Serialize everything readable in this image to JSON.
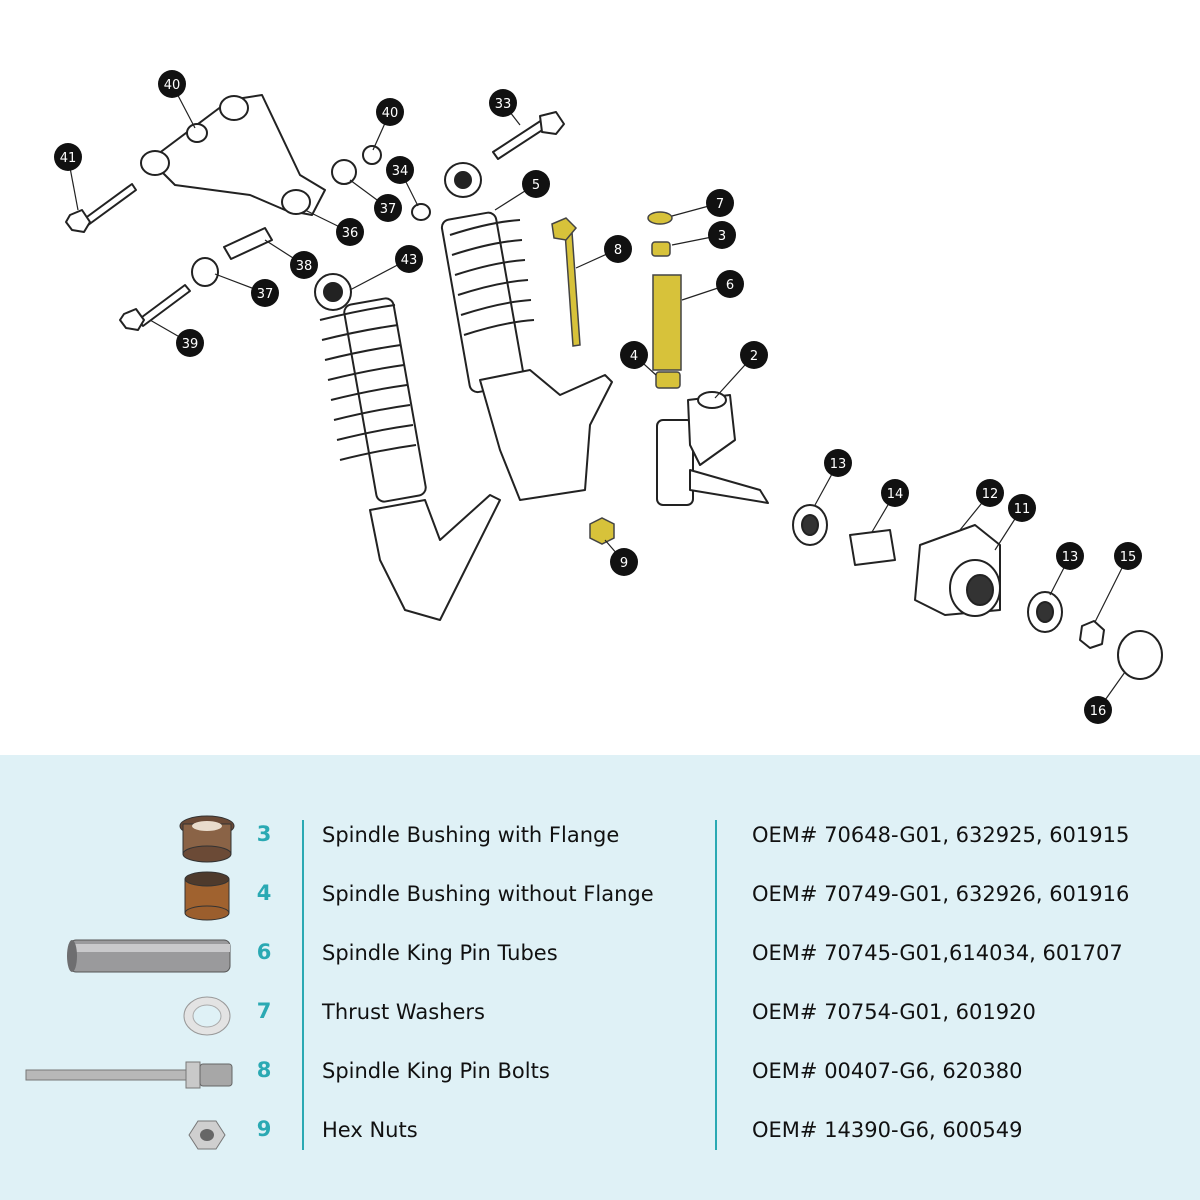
{
  "colors": {
    "accent": "#2aa9b3",
    "table_bg": "#dff1f6",
    "highlight_part": "#d7c23a",
    "callout": "#111111"
  },
  "diagram": {
    "callouts": [
      "40",
      "41",
      "33",
      "40",
      "34",
      "37",
      "36",
      "5",
      "43",
      "38",
      "37",
      "39",
      "8",
      "7",
      "3",
      "6",
      "4",
      "2",
      "13",
      "14",
      "12",
      "11",
      "9",
      "13",
      "15",
      "16"
    ]
  },
  "parts": [
    {
      "num": "3",
      "name": "Spindle Bushing with Flange",
      "oem": "OEM# 70648-G01, 632925, 601915",
      "icon": "flanged-bushing-icon"
    },
    {
      "num": "4",
      "name": "Spindle Bushing without Flange",
      "oem": "OEM# 70749-G01, 632926, 601916",
      "icon": "bushing-icon"
    },
    {
      "num": "6",
      "name": "Spindle King Pin Tubes",
      "oem": "OEM# 70745-G01,614034, 601707",
      "icon": "tube-icon"
    },
    {
      "num": "7",
      "name": "Thrust Washers",
      "oem": "OEM# 70754-G01, 601920",
      "icon": "washer-icon"
    },
    {
      "num": "8",
      "name": "Spindle King Pin Bolts",
      "oem": "OEM# 00407-G6, 620380",
      "icon": "bolt-icon"
    },
    {
      "num": "9",
      "name": "Hex Nuts",
      "oem": "OEM# 14390-G6, 600549",
      "icon": "hex-nut-icon"
    }
  ]
}
